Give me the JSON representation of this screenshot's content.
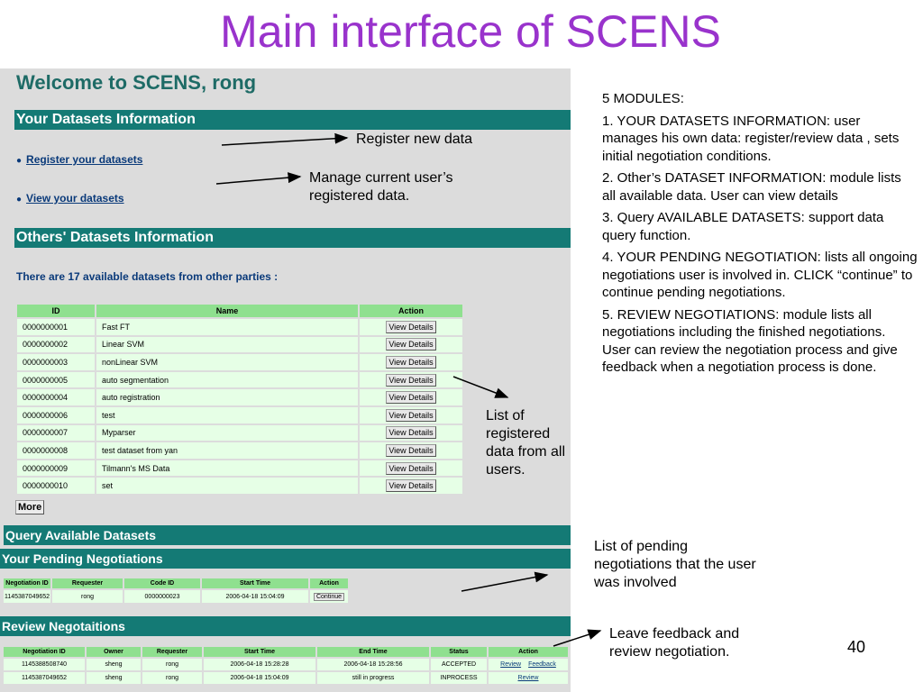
{
  "slide": {
    "title": "Main interface of SCENS",
    "page_number": "40"
  },
  "app": {
    "welcome": "Welcome to SCENS, rong",
    "your_datasets": {
      "header": "Your Datasets Information",
      "register_link": "Register your datasets",
      "view_link": "View your datasets"
    },
    "others_datasets": {
      "header": "Others' Datasets Information",
      "available_text": "There are 17 available datasets from other parties :",
      "columns": [
        "ID",
        "Name",
        "Action"
      ],
      "rows": [
        {
          "id": "0000000001",
          "name": "Fast FT",
          "action": "View Details"
        },
        {
          "id": "0000000002",
          "name": "Linear SVM",
          "action": "View Details"
        },
        {
          "id": "0000000003",
          "name": "nonLinear SVM",
          "action": "View Details"
        },
        {
          "id": "0000000005",
          "name": "auto segmentation",
          "action": "View Details"
        },
        {
          "id": "0000000004",
          "name": "auto registration",
          "action": "View Details"
        },
        {
          "id": "0000000006",
          "name": "test",
          "action": "View Details"
        },
        {
          "id": "0000000007",
          "name": "Myparser",
          "action": "View Details"
        },
        {
          "id": "0000000008",
          "name": "test dataset from yan",
          "action": "View Details"
        },
        {
          "id": "0000000009",
          "name": "Tilmann's MS Data",
          "action": "View Details"
        },
        {
          "id": "0000000010",
          "name": "set",
          "action": "View Details"
        }
      ],
      "more_label": "More"
    },
    "query_header": "Query Available Datasets",
    "pending": {
      "header": "Your Pending Negotiations",
      "columns": [
        "Negotiation ID",
        "Requester",
        "Code ID",
        "Start Time",
        "Action"
      ],
      "rows": [
        {
          "neg_id": "1145387049652",
          "requester": "rong",
          "code_id": "0000000023",
          "start": "2006-04-18 15:04:09",
          "action": "Continue"
        }
      ]
    },
    "review": {
      "header": "Review Negotaitions",
      "columns": [
        "Negotiation ID",
        "Owner",
        "Requester",
        "Start Time",
        "End Time",
        "Status",
        "Action"
      ],
      "rows": [
        {
          "neg_id": "1145388508740",
          "owner": "sheng",
          "requester": "rong",
          "start": "2006-04-18 15:28:28",
          "end": "2006-04-18 15:28:56",
          "status": "ACCEPTED",
          "action1": "Review",
          "action2": "Feedback"
        },
        {
          "neg_id": "1145387049652",
          "owner": "sheng",
          "requester": "rong",
          "start": "2006-04-18 15:04:09",
          "end": "still in progress",
          "status": "INPROCESS",
          "action1": "Review",
          "action2": ""
        }
      ]
    }
  },
  "annotations": {
    "register": "Register new data",
    "manage": "Manage current user’s registered data.",
    "list_registered": "List of registered data from all users.",
    "list_pending": "List of pending negotiations that the user was involved",
    "feedback": "Leave feedback and review negotiation."
  },
  "notes": [
    "5 MODULES:",
    "1. YOUR DATASETS INFORMATION: user manages his own data: register/review data , sets initial negotiation conditions.",
    "2. Other’s DATASET INFORMATION: module lists all available data. User can view details",
    "3. Query AVAILABLE DATASETS: support data query function.",
    "4. YOUR PENDING NEGOTIATION: lists all ongoing negotiations user is involved in. CLICK “continue” to continue pending negotiations.",
    "5. REVIEW NEGOTIATIONS: module lists all negotiations including the finished negotiations. User can review the negotiation process and give feedback when a negotiation process is done."
  ],
  "colors": {
    "title": "#9933cc",
    "section_bar": "#147a75",
    "table_header": "#8fe08f",
    "table_cell": "#e6ffe6"
  }
}
